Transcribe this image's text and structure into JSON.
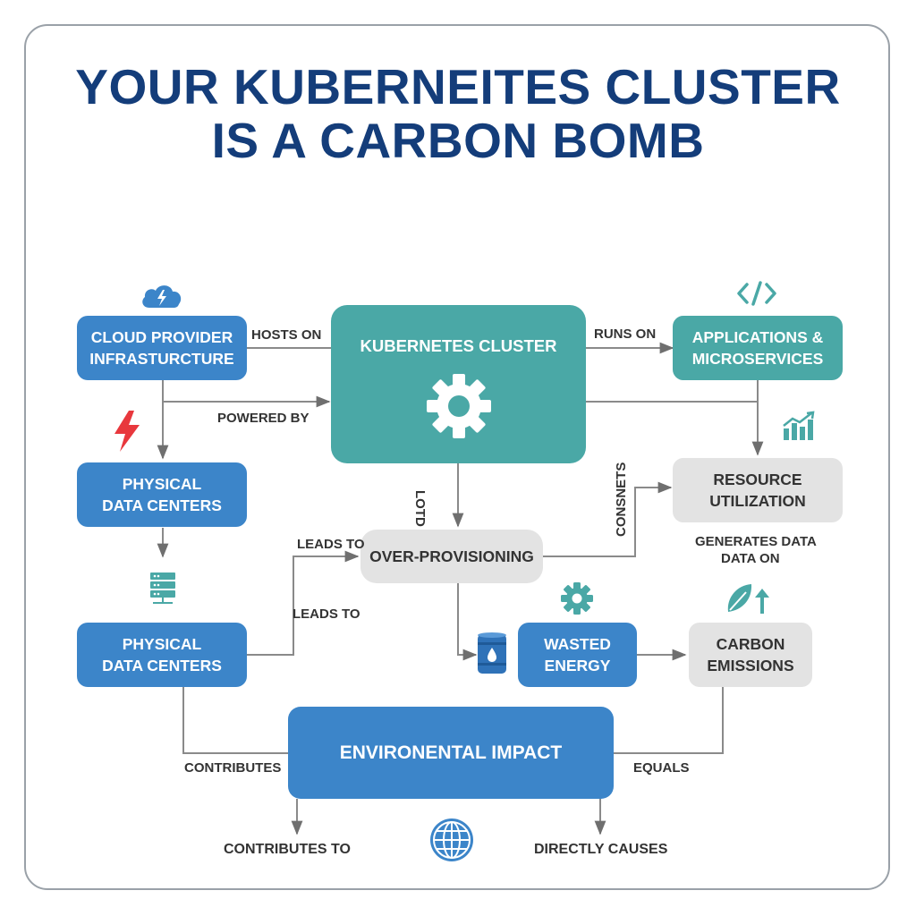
{
  "title": {
    "line1": "YOUR KUBERNEITES CLUSTER",
    "line2": "IS A CARBON BOMB"
  },
  "nodes": {
    "cloud": {
      "line1": "CLOUD PROVIDER",
      "line2": "INFRASTURCTURE"
    },
    "cluster": {
      "label": "KUBERNETES CLUSTER"
    },
    "apps": {
      "line1": "APPLICATIONS &",
      "line2": "MICROSERVICES"
    },
    "phys1": {
      "line1": "PHYSICAL",
      "line2": "DATA CENTERS"
    },
    "resource": {
      "line1": "RESOURCE",
      "line2": "UTILIZATION"
    },
    "overprov": {
      "label": "OVER-PROVISIONING"
    },
    "phys2": {
      "line1": "PHYSICAL",
      "line2": "DATA CENTERS"
    },
    "wasted": {
      "line1": "WASTED",
      "line2": "ENERGY"
    },
    "carbon": {
      "line1": "CARBON",
      "line2": "EMISSIONS"
    },
    "impact": {
      "label": "ENVIRONENTAL IMPACT"
    }
  },
  "edges": {
    "hosts_on": "HOSTS ON",
    "runs_on": "RUNS ON",
    "powered_by": "POWERED BY",
    "lotd": "LOTD",
    "consnets": "CONSNETS",
    "leads_to_1": "LEADS TO",
    "leads_to_2": "LEADS TO",
    "generates_1": "GENERATES DATA",
    "generates_2": "DATA ON",
    "contributes": "CONTRIBUTES",
    "equals": "EQUALS",
    "contributes_to": "CONTRIBUTES TO",
    "directly_causes": "DIRECTLY CAUSES"
  },
  "icons": {
    "cloud": "cloud-bolt-icon",
    "code": "code-brackets-icon",
    "lightning": "lightning-icon",
    "chart": "bar-chart-up-icon",
    "server": "server-rack-icon",
    "gear": "gear-icon",
    "leaf": "leaf-arrow-icon",
    "barrel": "oil-barrel-icon",
    "globe": "globe-icon"
  },
  "colors": {
    "title": "#143d7a",
    "blue": "#3c85c9",
    "teal": "#4aa8a6",
    "gray": "#e3e3e3",
    "red": "#e8383d",
    "line": "#7a7a7a"
  }
}
